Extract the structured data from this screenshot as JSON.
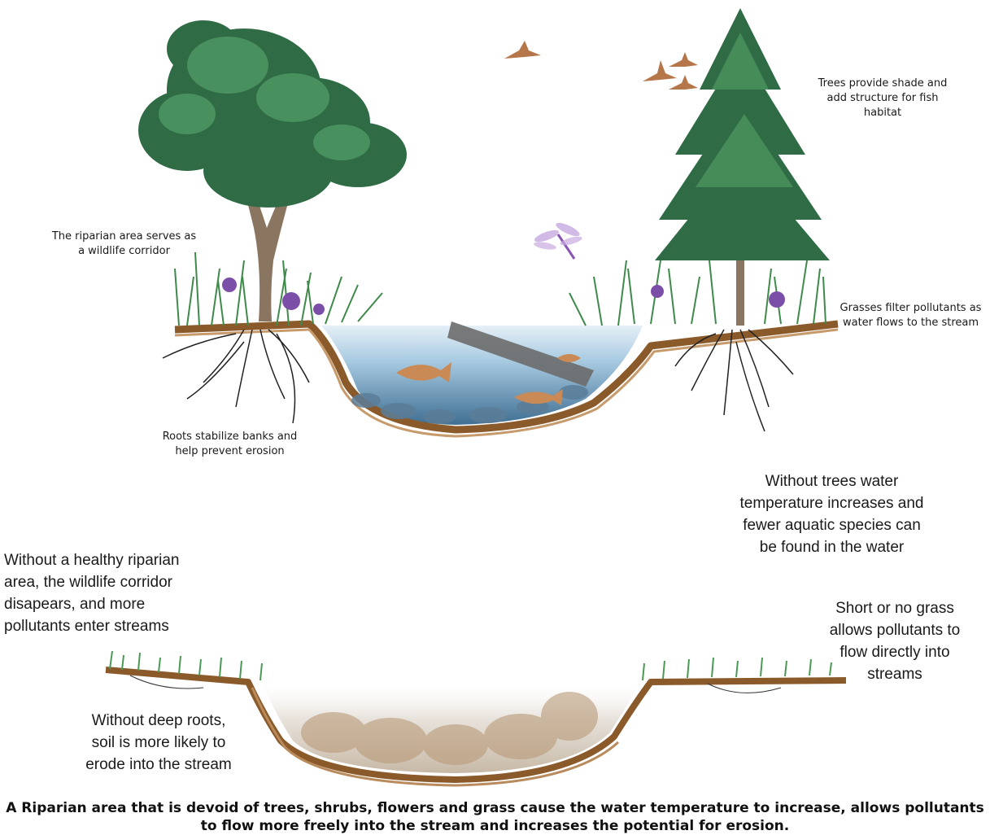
{
  "labels": {
    "trees_shade": "Trees provide shade and\nadd structure for fish\nhabitat",
    "wildlife_corridor": "The riparian area serves as\na wildlife corridor",
    "grasses_filter": "Grasses filter pollutants as\nwater flows to the stream",
    "roots_stabilize": "Roots stabilize banks and\nhelp prevent erosion",
    "without_trees": "Without trees water\ntemperature increases and\nfewer aquatic species can\nbe found in the water",
    "without_riparian": "Without a healthy riparian\narea, the wildlife corridor\ndisapears, and more\npollutants enter streams",
    "short_grass": "Short or no grass\nallows pollutants to\nflow directly into\nstreams",
    "without_roots": "Without deep roots,\nsoil is more likely to\nerode into the stream"
  },
  "caption": "A Riparian area that is devoid of trees, shrubs, flowers and grass cause the water temperature to increase, allows pollutants to flow more freely into the stream and increases the potential for erosion.",
  "colors": {
    "foliage_dark": "#2f6b45",
    "foliage_light": "#4f9a63",
    "trunk": "#8a7560",
    "soil": "#8b5a2b",
    "water": "#9fc3dc",
    "bird": "#b5764a",
    "dragonfly": "#8a55b5",
    "flower": "#7b4fa8"
  }
}
